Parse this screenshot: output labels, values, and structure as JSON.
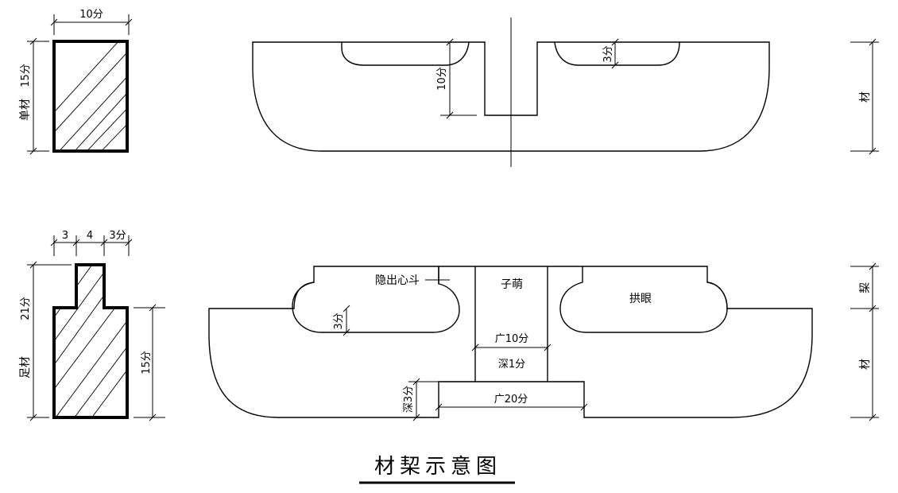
{
  "title": "材栔示意图",
  "single_section": {
    "label": "单材",
    "height_dim": "15分",
    "width_dim": "10分"
  },
  "full_section": {
    "label": "足材",
    "height_dim": "21分",
    "material_dim": "15分",
    "top_dims": [
      "3",
      "4",
      "3分"
    ]
  },
  "single_elevation": {
    "slot_depth": "10分",
    "cut_depth": "3分"
  },
  "full_elevation": {
    "yinchu_xindou": "隐出心斗",
    "zimeng": "子萌",
    "gongyan": "拱眼",
    "guang10": "广10分",
    "shen1": "深1分",
    "guang20": "广20分",
    "shen3": "深3分",
    "cut_depth": "3分"
  },
  "right_labels": {
    "top_cai": "材",
    "qi": "栔",
    "bottom_cai": "材"
  }
}
